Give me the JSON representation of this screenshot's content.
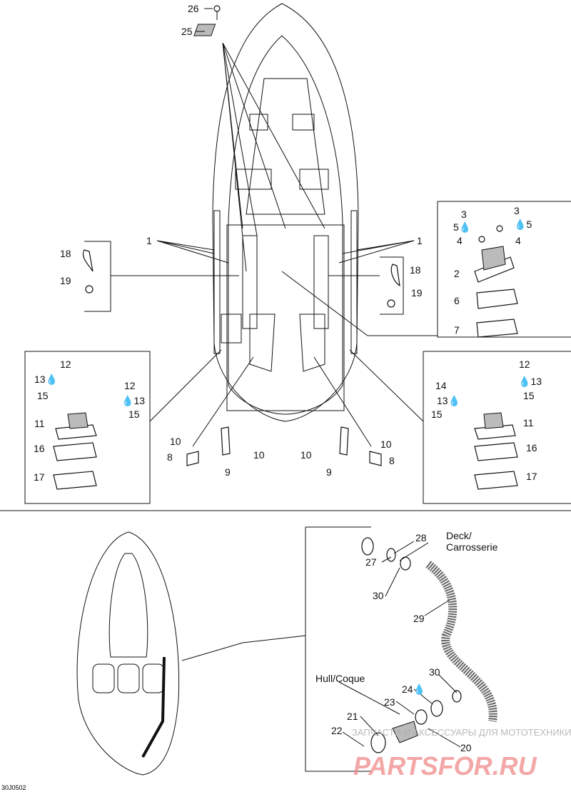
{
  "diagram_code": "30J0502",
  "labels": {
    "p26": "26",
    "p25": "25",
    "p1a": "1",
    "p1b": "1",
    "p18a": "18",
    "p19a": "19",
    "p18b": "18",
    "p19b": "19",
    "p3a": "3",
    "p3b": "3",
    "p5a": "5",
    "p5b": "5",
    "p4a": "4",
    "p4b": "4",
    "p2": "2",
    "p6": "6",
    "p7": "7",
    "l12a": "12",
    "l13a": "13",
    "l12b": "12",
    "l13b": "13",
    "l15a": "15",
    "l15b": "15",
    "l11": "11",
    "l16": "16",
    "l17": "17",
    "r12": "12",
    "r14": "14",
    "r13a": "13",
    "r13b": "13",
    "r15a": "15",
    "r15b": "15",
    "r11": "11",
    "r16": "16",
    "r17": "17",
    "p10a": "10",
    "p8a": "8",
    "p10b": "10",
    "p9a": "9",
    "p10c": "10",
    "p9b": "9",
    "p10d": "10",
    "p8b": "8",
    "p28": "28",
    "deck1": "Deck/",
    "deck2": "Carrosserie",
    "p27": "27",
    "p30a": "30",
    "p29": "29",
    "p30b": "30",
    "p24": "24",
    "hull": "Hull/Coque",
    "p23": "23",
    "p21": "21",
    "p22": "22",
    "p20": "20"
  },
  "watermark": {
    "line1": "ЗАПЧАСТИ И АКСЕССУАРЫ ДЛЯ МОТОТЕХНИКИ",
    "logo": "PARTSFOR.RU"
  },
  "icons": {
    "sealant": "drop-icon"
  }
}
